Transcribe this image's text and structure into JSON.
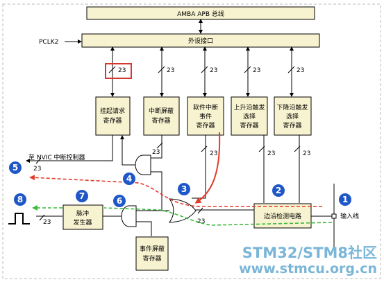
{
  "bus": "AMBA APB 总线",
  "clock": "PCLK2",
  "interface": "外设接口",
  "width": "23",
  "registers": {
    "pending": [
      "挂起请求",
      "寄存器"
    ],
    "int_mask": [
      "中断屏蔽",
      "寄存器"
    ],
    "sw_event": [
      "软件中断",
      "事件",
      "寄存器"
    ],
    "rising": [
      "上升沿触发",
      "选择",
      "寄存器"
    ],
    "falling": [
      "下降沿触发",
      "选择",
      "寄存器"
    ],
    "event_mask": [
      "事件屏蔽",
      "寄存器"
    ]
  },
  "edge_detect": "边沿检测电路",
  "pulse_gen": [
    "脉冲",
    "发生器"
  ],
  "nvic": "至 NVIC 中断控制器",
  "input_line": "输入线",
  "steps": [
    "1",
    "2",
    "3",
    "4",
    "5",
    "6",
    "7",
    "8"
  ],
  "watermark": {
    "line1": "STM32/STM8社区",
    "line2": "www.stmcu.org.cn"
  },
  "colors": {
    "step_badge": "#1f57c9",
    "interrupt_path": "#e23b2b",
    "event_path": "#3db83d",
    "highlight_box": "#d33a2f",
    "watermark": "#7ab6d8"
  }
}
